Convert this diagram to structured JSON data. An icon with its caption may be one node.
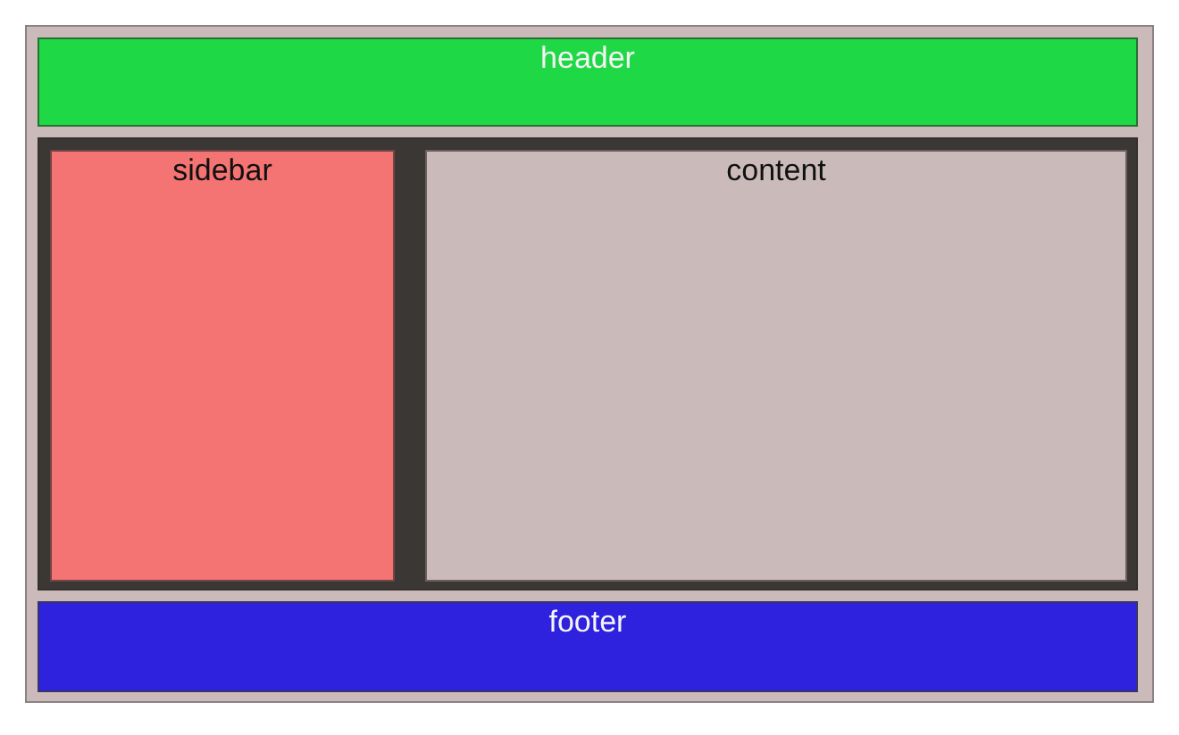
{
  "diagram": {
    "nodes": [
      {
        "text": [],
        "shape": "box"
      },
      {
        "text": [
          "header"
        ],
        "in": 0
      },
      {
        "text": [],
        "shape": "box",
        "in": 0
      },
      {
        "text": [
          "sidebar"
        ],
        "in": 2
      },
      {
        "text": [
          "content"
        ],
        "in": 2
      },
      {
        "text": [
          "footer"
        ],
        "in": 0
      }
    ]
  }
}
